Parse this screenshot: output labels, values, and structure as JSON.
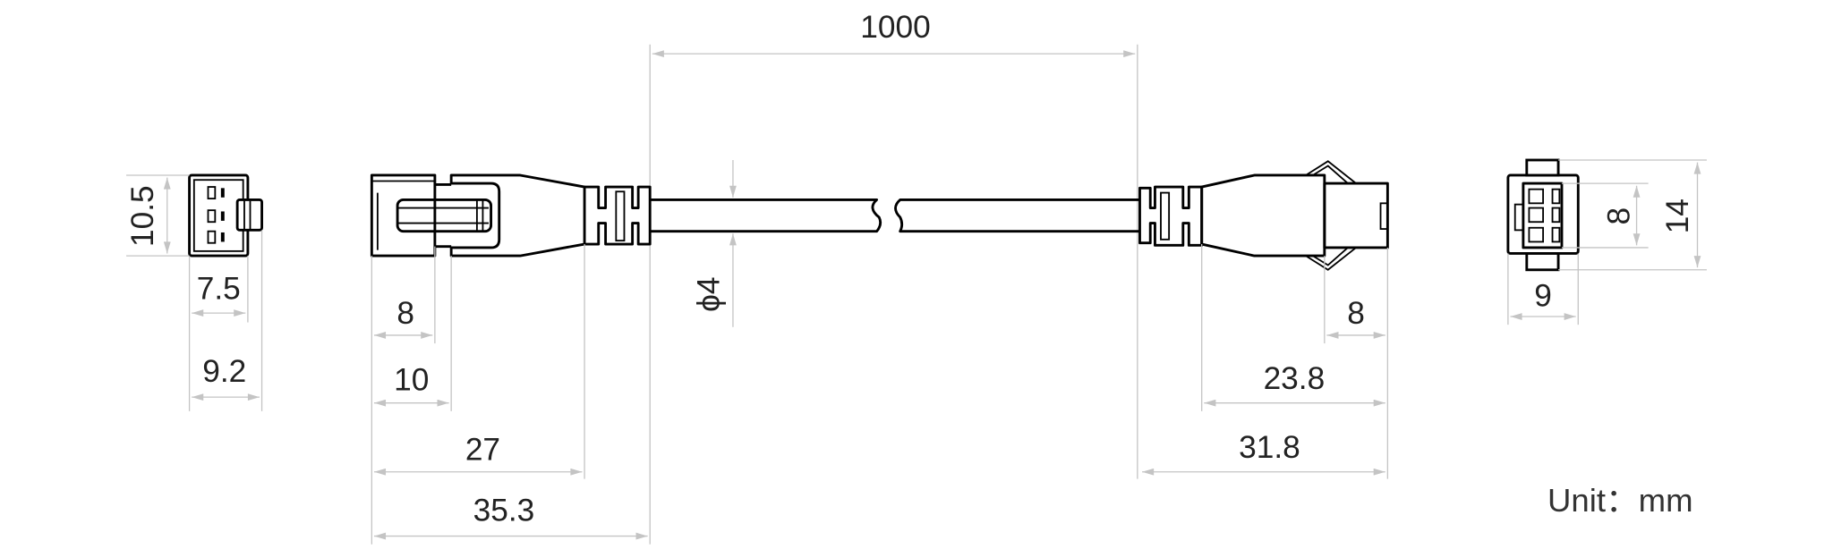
{
  "title": "Cable assembly dimension drawing",
  "dimensions": {
    "cable_length": "1000",
    "left_end_height": "10.5",
    "left_end_width_inner": "7.5",
    "left_end_width_outer": "9.2",
    "left_housing": "8",
    "left_latch": "10",
    "left_to_boot": "27",
    "left_total": "35.3",
    "cable_diameter": "ϕ4",
    "right_front": "8",
    "right_to_boot": "23.8",
    "right_total": "31.8",
    "right_end_inner_height": "8",
    "right_end_height": "14",
    "right_end_width": "9"
  },
  "unit_label": "Unit：mm",
  "colors": {
    "line": "#000000",
    "dimension": "#c4c4c4"
  }
}
